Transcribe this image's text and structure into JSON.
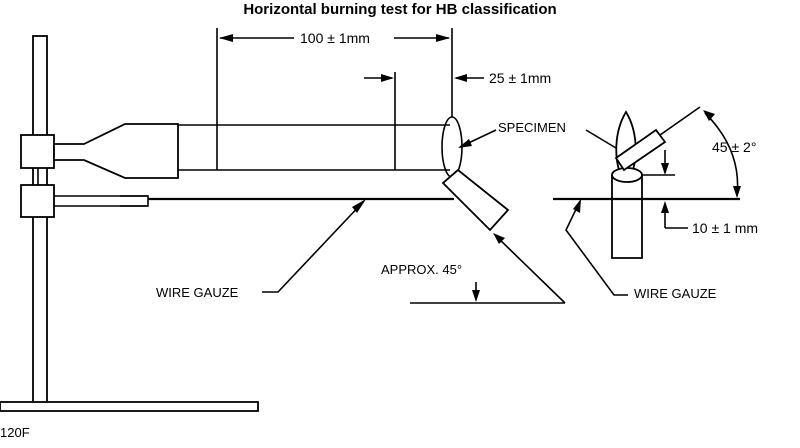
{
  "title": "Horizontal burning test for HB classification",
  "labels": {
    "length_100": "100 ± 1mm",
    "length_25": "25 ± 1mm",
    "specimen": "SPECIMEN",
    "angle_45": "45 ± 2°",
    "wire_gauze_left": "WIRE GAUZE",
    "approx_45": "APPROX. 45°",
    "wire_gauze_right": "WIRE GAUZE",
    "height_10": "10 ± 1 mm",
    "figure_code": "120F"
  }
}
